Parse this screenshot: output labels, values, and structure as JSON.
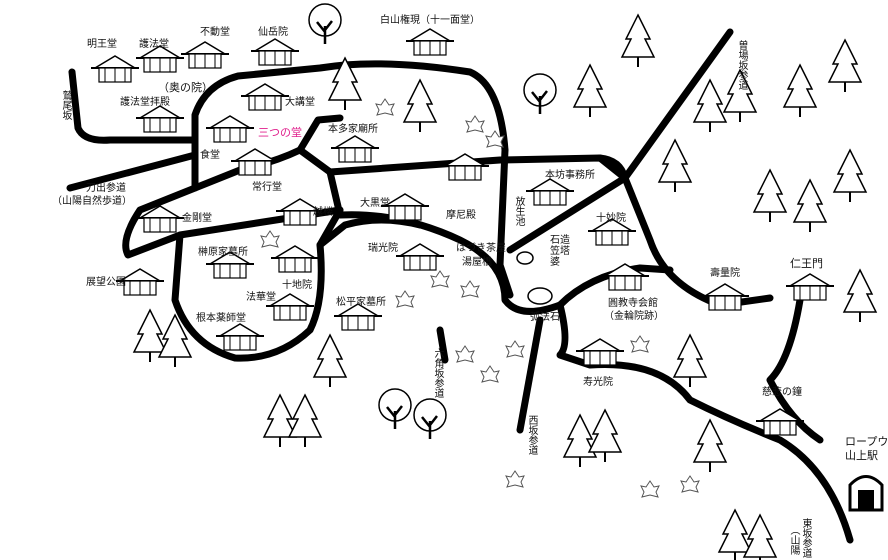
{
  "labels": {
    "meizando": "明王堂",
    "gohodo": "護法堂",
    "fudodo": "不動堂",
    "senryoin": "仙岳院",
    "hakusan": "白山権現（十一面堂）",
    "washio_saka": "鷲尾坂",
    "okunoin": "（奥の院）",
    "gohodo_haiden": "護法堂拝殿",
    "daikodo": "大講堂",
    "mitsunodo": "三つの堂",
    "honta_kebo": "本多家廟所",
    "jikido": "食堂",
    "jogyodo": "常行堂",
    "katodesando": "刀出参道",
    "sanyo_shizen": "（山陽自然歩道）",
    "kongodo": "金剛堂",
    "etsuro": "越楼",
    "daikokudo": "大黒堂",
    "maniden": "摩尼殿",
    "hobo_jimusho": "本坊事務所",
    "hoshoike": "放生池",
    "jumyoin": "寿量院",
    "sakakibara": "榊原家墓所",
    "zuikoin": "瑞光院",
    "hazuki_chaya": "はづき茶屋",
    "yuya_bashi": "湯屋橋",
    "sekizo_kasatoba": "石造笠塔婆",
    "juchiin_top": "十妙院",
    "tenbo_koen": "展望公園",
    "hokkedo": "法華堂",
    "juchiin": "十地院",
    "matsudaira": "松平家墓所",
    "nemoto": "根本薬師堂",
    "kohoseki": "弧法石",
    "engyoji_kaikan": "圓教寺会館",
    "konnoin_ato": "（金輪院跡）",
    "juko_in": "寿光院",
    "niomon": "仁王門",
    "kunyou": "壽量院",
    "rokkakuzaka": "六角坂参道",
    "nishizaka": "西坂参道",
    "jihi_no_kane": "慈悲の鐘",
    "ropeway_1": "ロープウ",
    "ropeway_2": "山上駅",
    "higashizaka": "東坂参道",
    "sanyo_short": "（山陽",
    "kasanebazaka": "曽場坂参道"
  }
}
